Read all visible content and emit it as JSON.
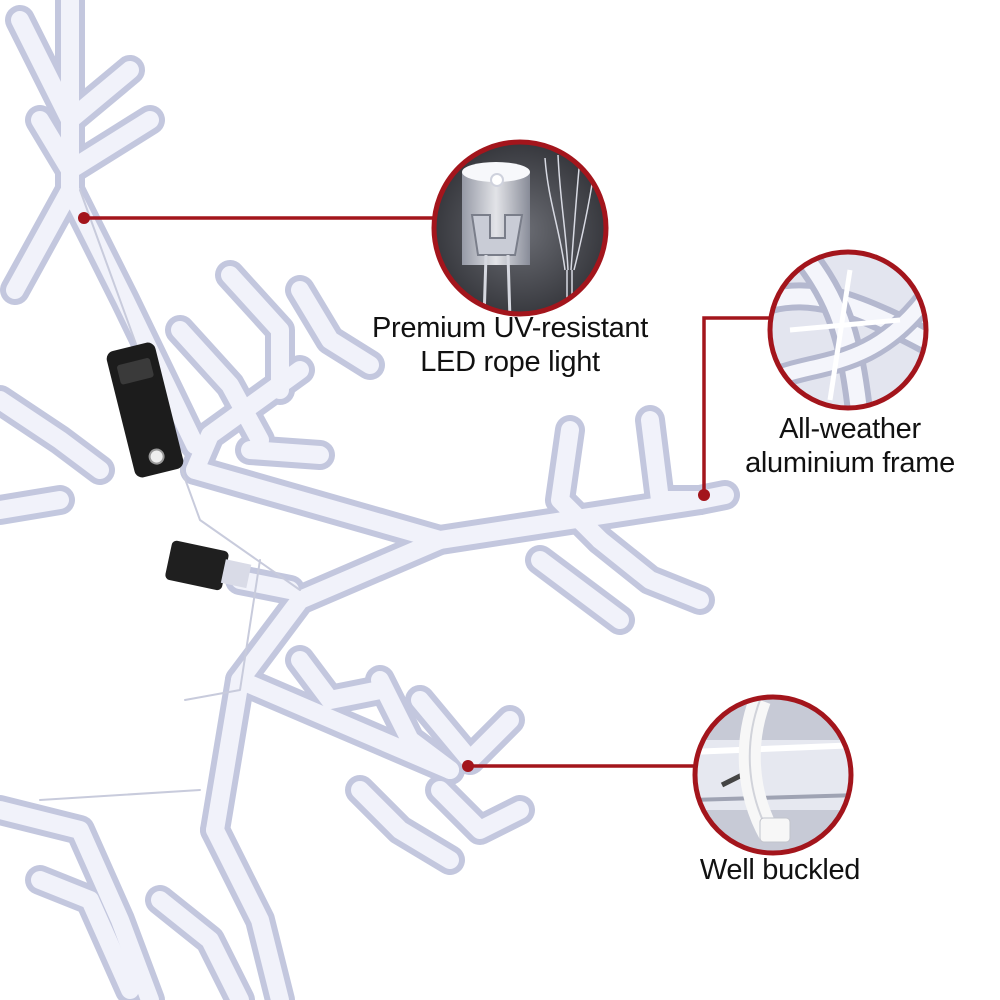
{
  "callouts": [
    {
      "line1": "Premium UV-resistant",
      "line2": "LED rope light",
      "icon": "led-bulb-icon"
    },
    {
      "line1": "All-weather",
      "line2": "aluminium frame",
      "icon": "frame-joint-icon"
    },
    {
      "line1": "Well buckled",
      "icon": "cable-clip-icon"
    }
  ],
  "colors": {
    "accent": "#a3151c",
    "rope_light": "#e6e9f6",
    "rope_outline": "#b7bcd8",
    "controller": "#1c1c1c",
    "text": "#111111"
  }
}
